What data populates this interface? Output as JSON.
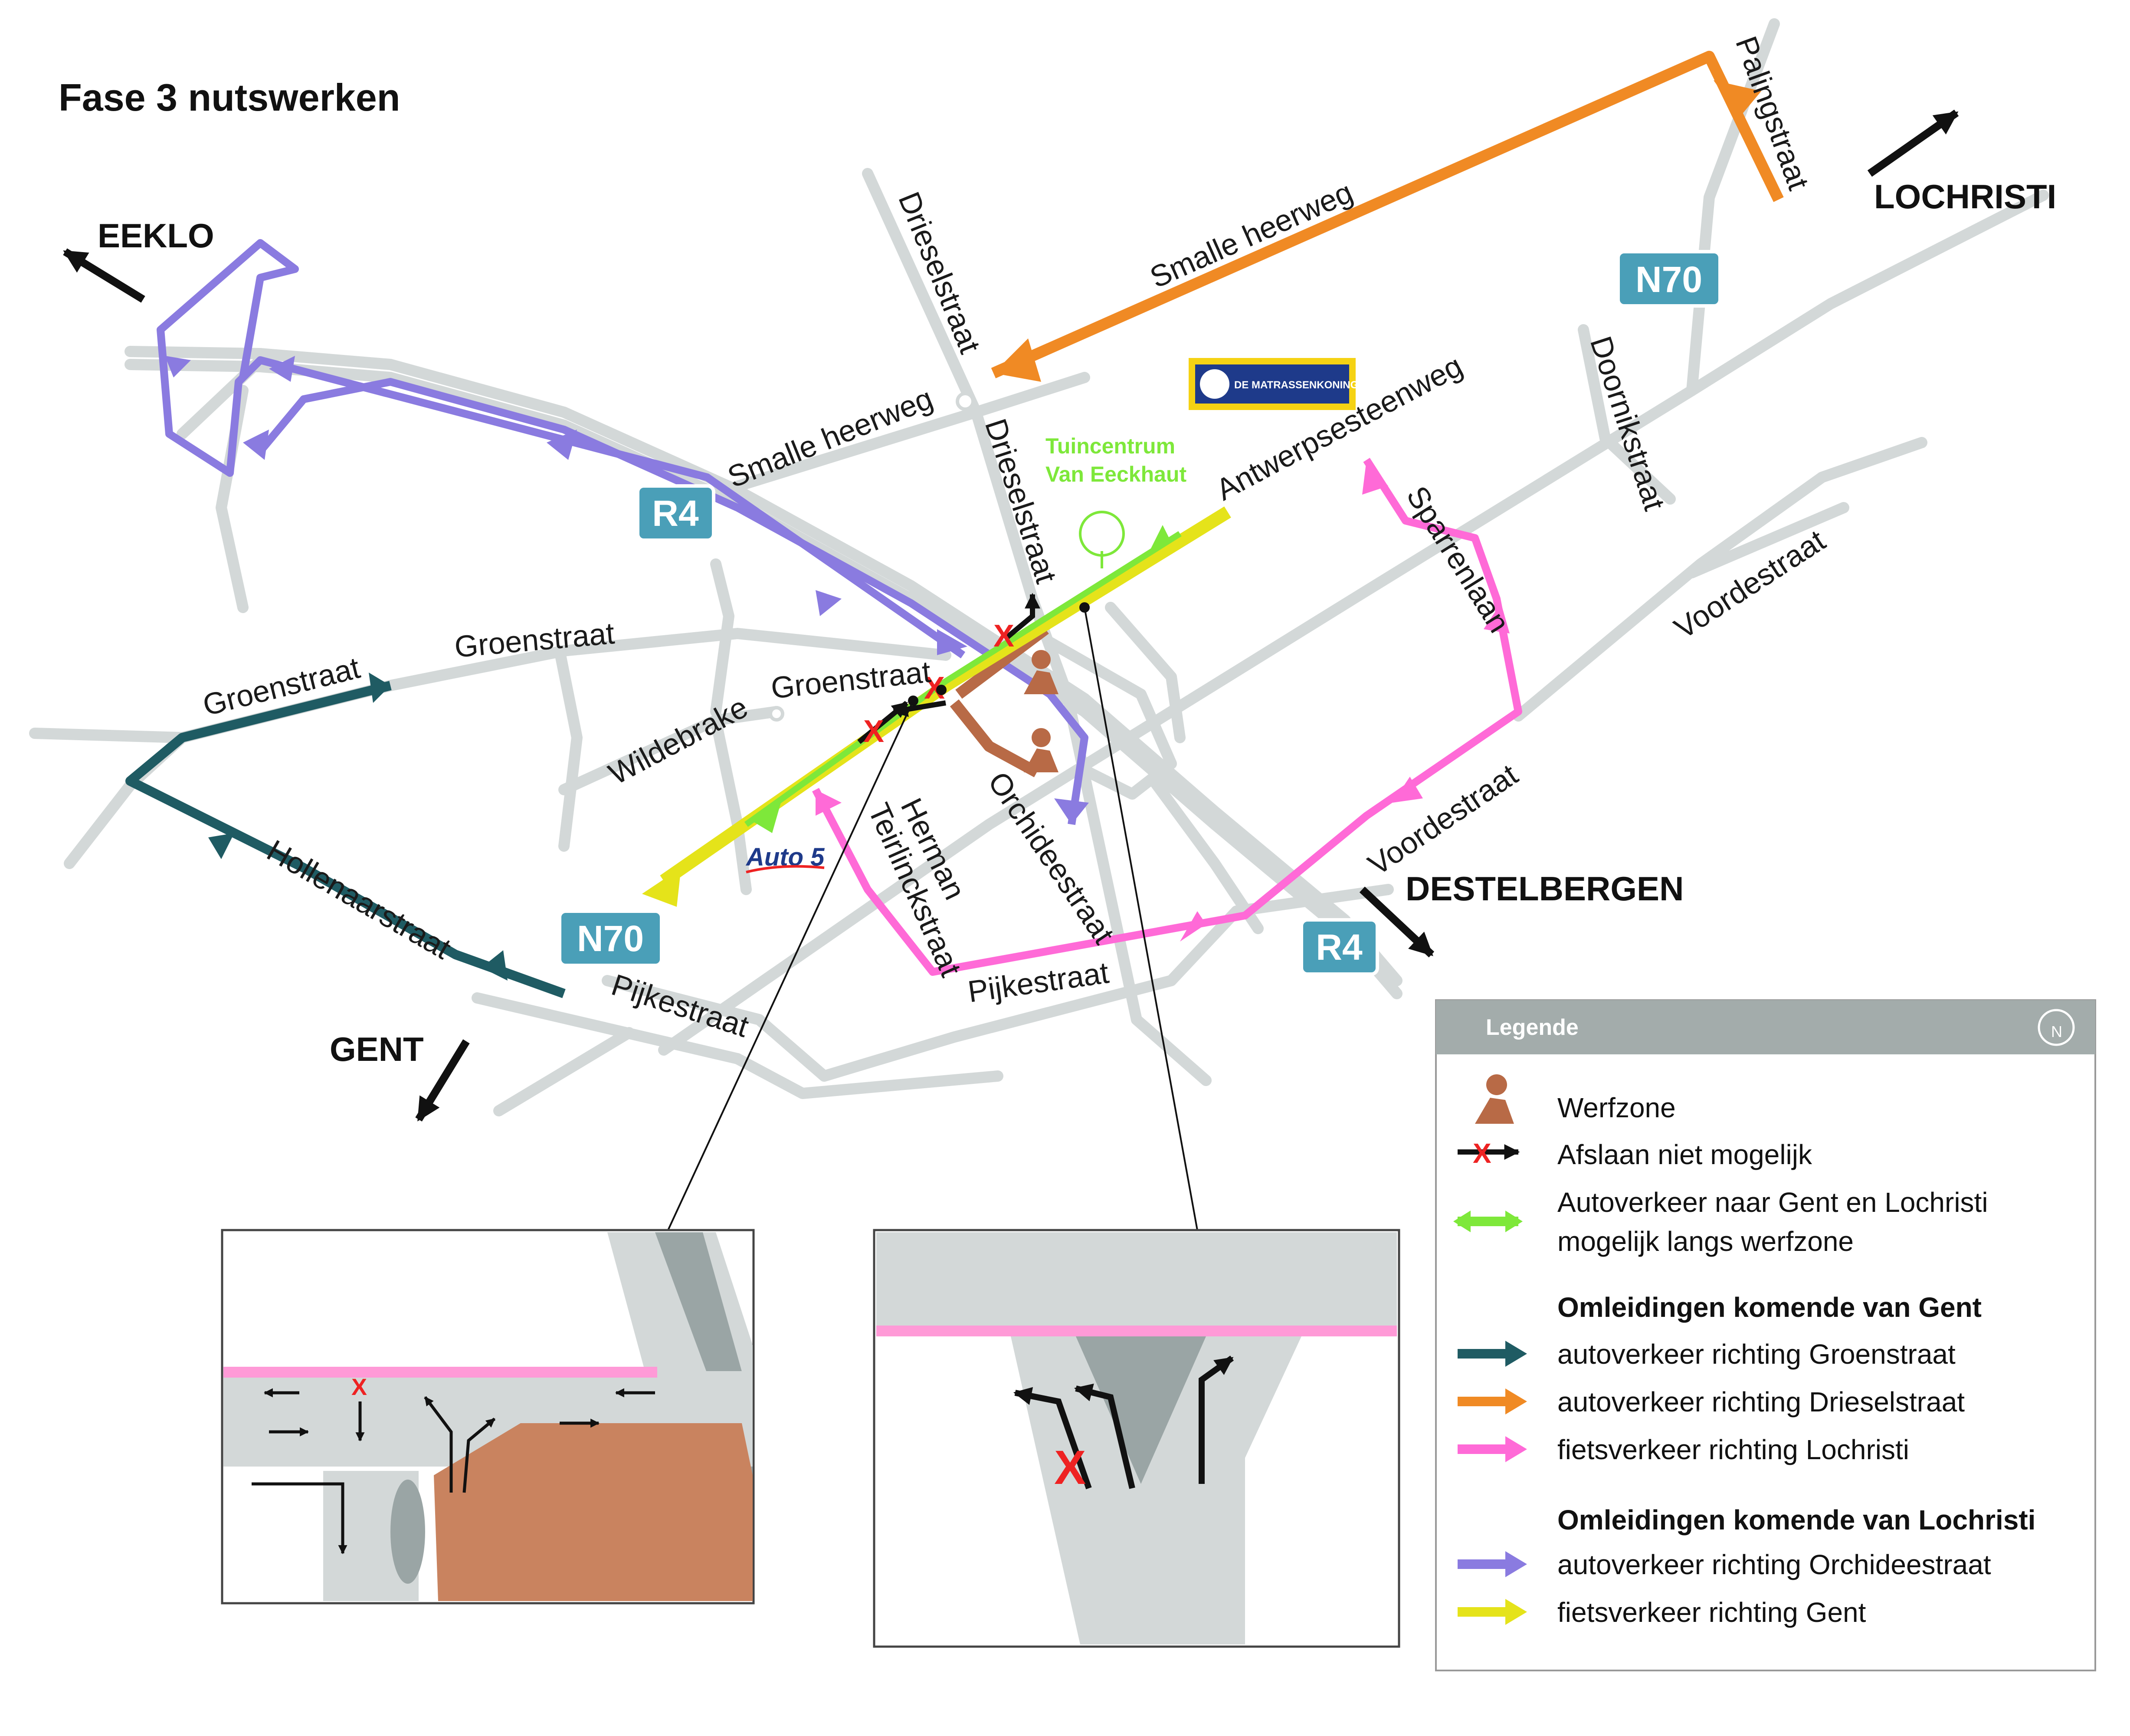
{
  "title": "Fase 3 nutswerken",
  "colors": {
    "road": "#d3d8d8",
    "road_dark": "#9aa5a5",
    "teal": "#1f5b63",
    "orange": "#f08a24",
    "pink": "#ff6ad7",
    "purple": "#8a7be0",
    "yellow": "#e5e31a",
    "green": "#7ee83a",
    "work": "#b86a46",
    "shield": "#4a9fb8",
    "legend_header": "#a3acab"
  },
  "directions": {
    "eeklo": "EEKLO",
    "lochristi": "LOCHRISTI",
    "destelbergen": "DESTELBERGEN",
    "gent": "GENT"
  },
  "shields": {
    "n70_top": "N70",
    "n70_bottom": "N70",
    "r4_top": "R4",
    "r4_bottom": "R4"
  },
  "streets": {
    "drieselstraat_top": "Drieselstraat",
    "drieselstraat_mid": "Drieselstraat",
    "smalle_heerweg_top": "Smalle heerweg",
    "smalle_heerweg_left": "Smalle heerweg",
    "palingstraat": "Palingstraat",
    "antwerpsesteenweg": "Antwerpsesteenweg",
    "doornikstraat": "Doornikstraat",
    "voordestraat_right": "Voordestraat",
    "voordestraat_bottom": "Voordestraat",
    "sparrenlaan": "Sparrenlaan",
    "groenstraat_left": "Groenstraat",
    "groenstraat_mid": "Groenstraat",
    "groenstraat_center": "Groenstraat",
    "wildebrake": "Wildebrake",
    "herman_1": "Herman",
    "herman_2": "Teirlinckstraat",
    "orchideestraat": "Orchideestraat",
    "hollenaarstraat": "Hollenaarstraat",
    "pijkestraat_left": "Pijkestraat",
    "pijkestraat_right": "Pijkestraat"
  },
  "landmarks": {
    "tuincentrum_1": "Tuincentrum",
    "tuincentrum_2": "Van Eeckhaut",
    "matrassenkoning": "DE MATRASSENKONING",
    "auto5": "Auto 5"
  },
  "legend": {
    "header": "Legende",
    "north": "N",
    "items": [
      {
        "label": "Werfzone"
      },
      {
        "label": "Afslaan niet mogelijk"
      },
      {
        "label_1": "Autoverkeer naar Gent en Lochristi",
        "label_2": "mogelijk langs werfzone"
      }
    ],
    "group_gent": "Omleidingen komende van Gent",
    "gent_items": [
      {
        "label": "autoverkeer richting Groenstraat"
      },
      {
        "label": "autoverkeer richting Drieselstraat"
      },
      {
        "label": "fietsverkeer richting Lochristi"
      }
    ],
    "group_lochristi": "Omleidingen komende van Lochristi",
    "lochristi_items": [
      {
        "label": "autoverkeer richting Orchideestraat"
      },
      {
        "label": "fietsverkeer richting Gent"
      }
    ]
  }
}
